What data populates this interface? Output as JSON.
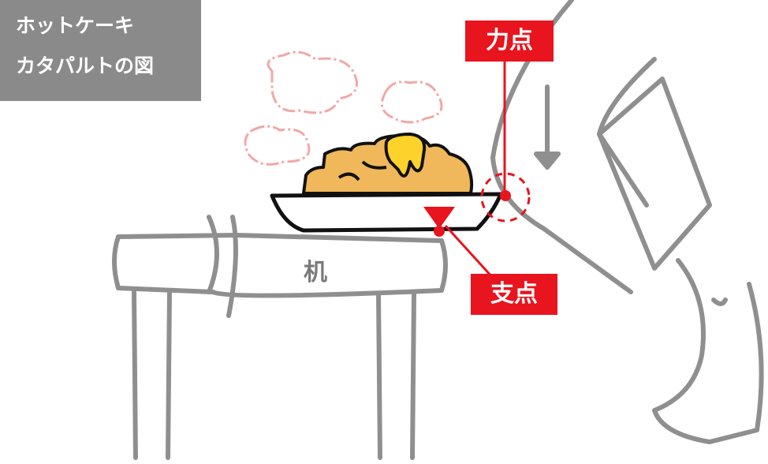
{
  "title": {
    "line1": "ホットケーキ",
    "line2": "カタパルトの図"
  },
  "labels": {
    "effort_point": "力点",
    "fulcrum": "支点",
    "desk": "机"
  },
  "colors": {
    "accent": "#e8141e",
    "title_bg": "#8a8a8a",
    "line": "#8f8f8f",
    "steam": "#f2a7a7"
  }
}
